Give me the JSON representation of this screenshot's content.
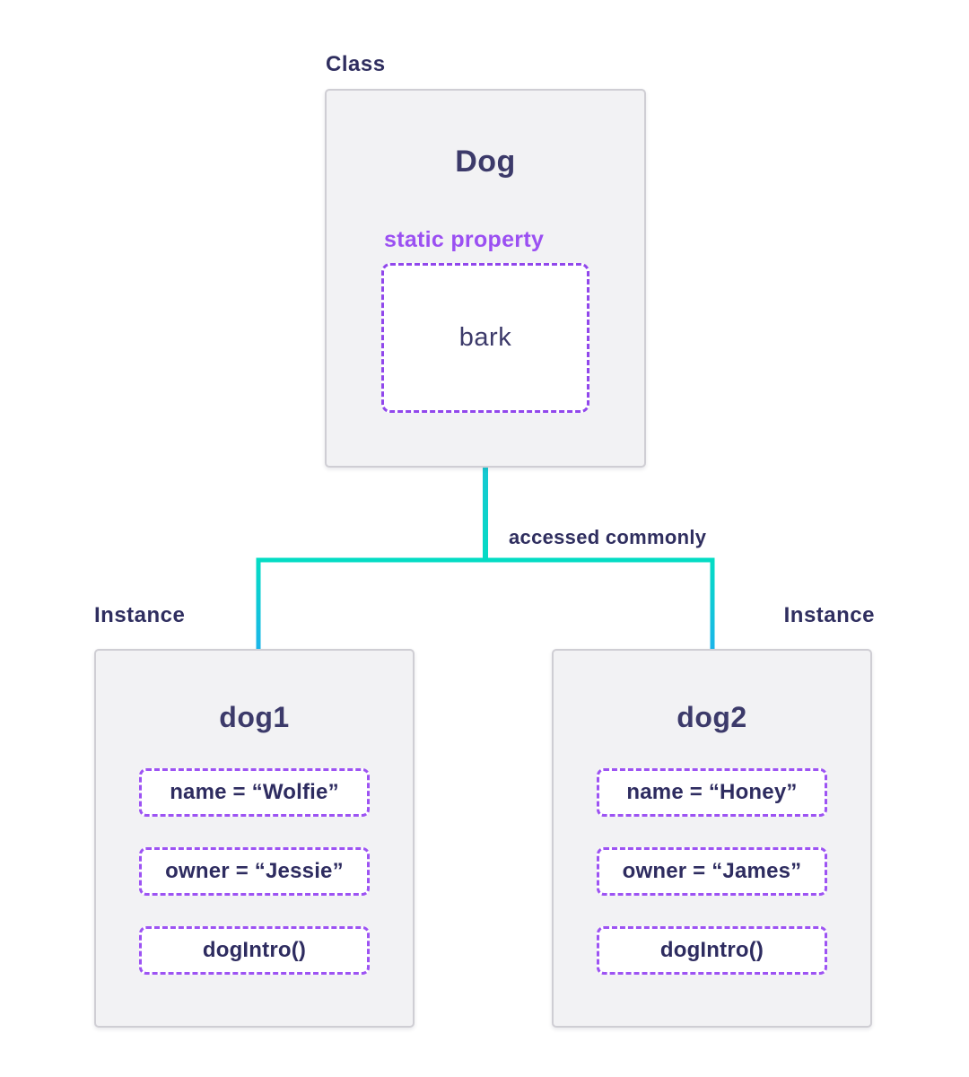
{
  "class_section": {
    "label": "Class",
    "title": "Dog",
    "property_label": "static property",
    "property_value": "bark"
  },
  "connector": {
    "label": "accessed commonly"
  },
  "instances": [
    {
      "label": "Instance",
      "title": "dog1",
      "properties": [
        "name = “Wolfie”",
        "owner = “Jessie”",
        "dogIntro()"
      ]
    },
    {
      "label": "Instance",
      "title": "dog2",
      "properties": [
        "name = “Honey”",
        "owner = “James”",
        "dogIntro()"
      ]
    }
  ],
  "colors": {
    "navy_label": "#2F2E5F",
    "navy_title": "#3C3A6A",
    "purple_dash": "#9147EC",
    "purple_dash_light": "#9D53F3",
    "purple_text": "#9B50F2",
    "teal_green": "#04DCC4",
    "cyan_blue": "#1CB5E9",
    "arrow_cyan": "#19C2D4",
    "box_bg": "#F2F2F4",
    "box_border": "#CFCED4"
  }
}
